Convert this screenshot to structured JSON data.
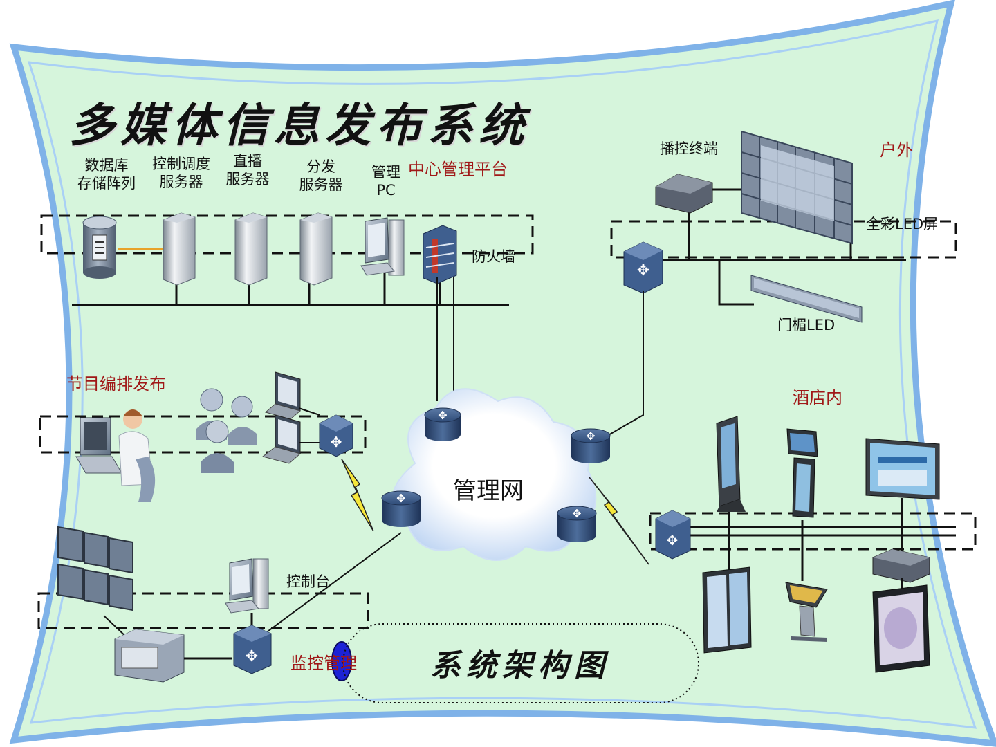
{
  "title": "多媒体信息发布系统",
  "subtitle": "系统架构图",
  "cloud": {
    "label": "管理网"
  },
  "sections": {
    "center": "中心管理平台",
    "outdoor": "户外",
    "program": "节目编排发布",
    "hotel": "酒店内",
    "monitor": "监控管理"
  },
  "devices": {
    "db_line1": "数据库",
    "db_line2": "存储阵列",
    "control_line1": "控制调度",
    "control_line2": "服务器",
    "live_line1": "直播",
    "live_line2": "服务器",
    "dist_line1": "分发",
    "dist_line2": "服务器",
    "pc_line1": "管理",
    "pc_line2": "PC",
    "firewall": "防火墙",
    "player": "播控终端",
    "led_full": "全彩LED屏",
    "led_door": "门楣LED",
    "console": "控制台"
  },
  "colors": {
    "frame_blue": "#7fb2e8",
    "canvas_green": "#d6f5dc",
    "label_red": "#a01818",
    "switch_blue": "#3f5f8f"
  },
  "icons": [
    "database-icon",
    "server-icon",
    "pc-icon",
    "firewall-icon",
    "switch-icon",
    "router-icon",
    "cloud-icon",
    "led-screen-icon",
    "video-wall-icon",
    "kiosk-icon",
    "operator-icon",
    "users-icon",
    "laptop-icon",
    "lightning-icon",
    "player-box-icon"
  ]
}
